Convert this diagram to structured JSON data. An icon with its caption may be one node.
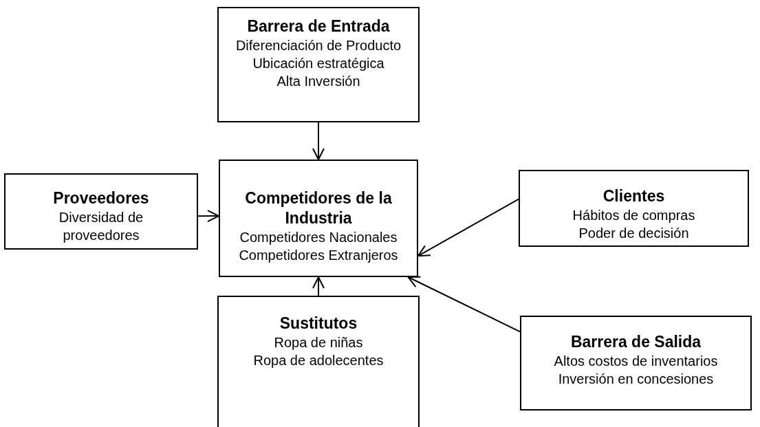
{
  "diagram": {
    "nodes": [
      {
        "text": [
          "Barrera de Entrada",
          "Diferenciación de Producto",
          "Ubicación estratégica",
          "Alta Inversión"
        ]
      },
      {
        "text": [
          "Competidores de la Industria",
          "Competidores Nacionales",
          "Competidores Extranjeros"
        ]
      },
      {
        "text": [
          "Proveedores",
          "Diversidad de proveedores"
        ]
      },
      {
        "text": [
          "Clientes",
          "Hábitos de compras",
          "Poder de decisión"
        ]
      },
      {
        "text": [
          "Sustitutos",
          "Ropa de niñas",
          "Ropa de adolecentes"
        ]
      },
      {
        "text": [
          "Barrera de Salida",
          "Altos costos de inventarios",
          "Inversión en concesiones"
        ]
      }
    ],
    "edges": [
      {
        "from": 0,
        "to": 1,
        "arrow": "to"
      },
      {
        "from": 2,
        "to": 1,
        "arrow": "to"
      },
      {
        "from": 3,
        "to": 1,
        "arrow": "to"
      },
      {
        "from": 4,
        "to": 1,
        "arrow": "to"
      },
      {
        "from": 5,
        "to": 1,
        "arrow": "to"
      }
    ]
  }
}
